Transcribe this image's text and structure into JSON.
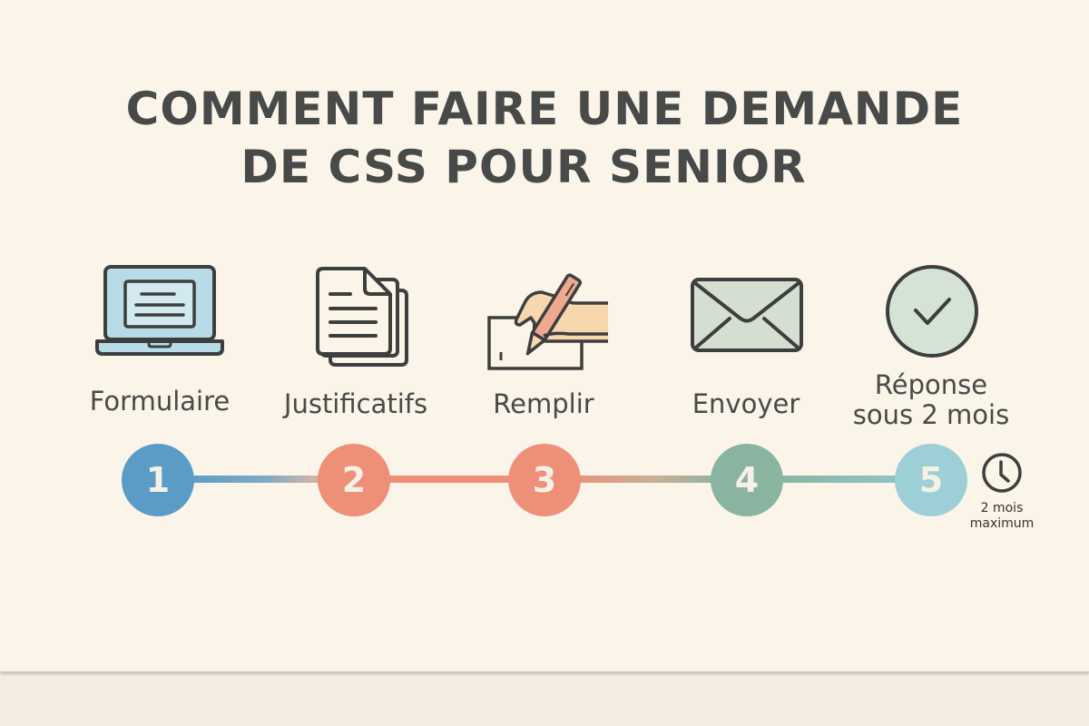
{
  "title": {
    "line1": "COMMENT FAIRE UNE DEMANDE",
    "line2": "DE CSS POUR SENIOR"
  },
  "colors": {
    "background": "#faf4e9",
    "text": "#474a48",
    "step1": "#5b9cc7",
    "step2": "#ee8f77",
    "step3": "#ee8f77",
    "step4": "#88b4a0",
    "step5": "#9dcfd6"
  },
  "steps": [
    {
      "number": "1",
      "label": "Formulaire",
      "icon": "laptop-form-icon"
    },
    {
      "number": "2",
      "label": "Justificatifs",
      "icon": "documents-icon"
    },
    {
      "number": "3",
      "label": "Remplir",
      "icon": "hand-writing-icon"
    },
    {
      "number": "4",
      "label": "Envoyer",
      "icon": "envelope-icon"
    },
    {
      "number": "5",
      "label_line1": "Réponse",
      "label_line2": "sous 2 mois",
      "icon": "check-circle-icon"
    }
  ],
  "deadline": {
    "icon": "clock-icon",
    "line1": "2 mois",
    "line2": "maximum"
  }
}
